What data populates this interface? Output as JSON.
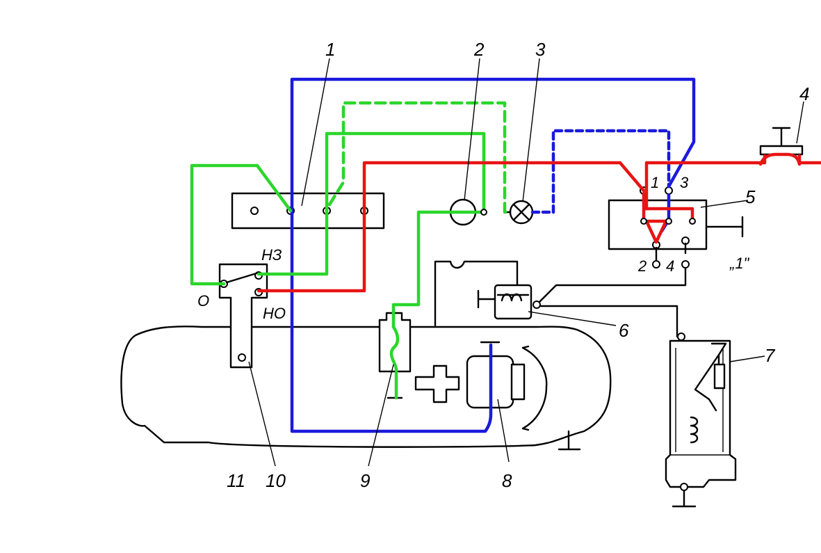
{
  "labels": {
    "n1": "1",
    "n2": "2",
    "n3": "3",
    "n4": "4",
    "n5": "5",
    "n6": "6",
    "n7": "7",
    "n8": "8",
    "n9": "9",
    "n10": "10",
    "n11": "11",
    "nz": "НЗ",
    "no": "НО",
    "zero": "О",
    "relay_t1": "1",
    "relay_t2": "2",
    "relay_t3": "3",
    "relay_t4": "4",
    "relay_ground": "„1\""
  },
  "wire_colors": {
    "blue": "#1a1adc",
    "green": "#2bd62b",
    "red": "#e81414"
  }
}
